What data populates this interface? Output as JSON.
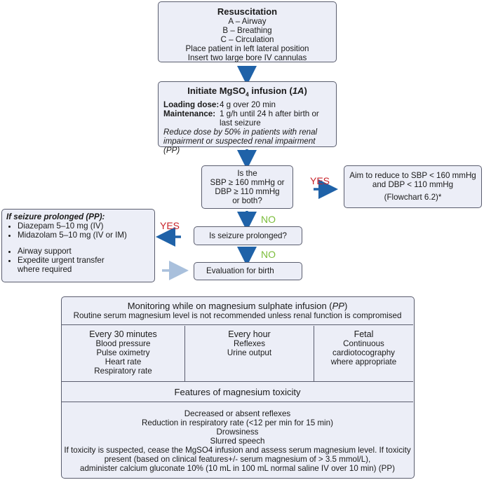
{
  "resuscitation": {
    "title": "Resuscitation",
    "lines": [
      "A – Airway",
      "B – Breathing",
      "C – Circulation",
      "Place patient in left lateral position",
      "Insert two large bore IV cannulas"
    ]
  },
  "mgso4": {
    "title_pre": "Initiate MgSO",
    "title_sub": "4",
    "title_mid": " infusion (",
    "title_ref": "1A",
    "title_post": ")",
    "loading_label": "Loading dose:",
    "loading_value": "4 g over 20 min",
    "maintenance_label": "Maintenance:",
    "maintenance_value": "1 g/h until 24 h after birth or last seizure",
    "note": "Reduce dose by 50% in patients with renal impairment or suspected renal impairment (PP)"
  },
  "sbp_question": {
    "lines": [
      "Is the",
      "SBP ≥ 160 mmHg or",
      "DBP ≥ 110 mmHg",
      "or both?"
    ]
  },
  "aim_box": {
    "lines": [
      "Aim to reduce to SBP < 160 mmHg",
      "and DBP < 110 mmHg"
    ],
    "ref": "(Flowchart  6.2)*"
  },
  "seizure_question": {
    "text": "Is seizure prolonged?"
  },
  "evaluation": {
    "text": "Evaluation for birth"
  },
  "prolonged_box": {
    "title": "If seizure prolonged (PP):",
    "items1": [
      "Diazepam 5–10 mg (IV)",
      "Midazolam 5–10 mg (IV or IM)"
    ],
    "items2": [
      "Airway support",
      "Expedite urgent transfer where required"
    ]
  },
  "labels": {
    "yes": "YES",
    "no": "NO"
  },
  "monitoring": {
    "title_pre": "Monitoring while on magnesium sulphate infusion (",
    "title_ref": "PP",
    "title_post": ")",
    "subtitle": "Routine serum magnesium level is not recommended unless renal function is compromised",
    "columns": [
      {
        "header": "Every 30 minutes",
        "items": [
          "Blood pressure",
          "Pulse oximetry",
          "Heart rate",
          "Respiratory rate"
        ]
      },
      {
        "header": "Every hour",
        "items": [
          "Reflexes",
          "Urine output"
        ]
      },
      {
        "header": "Fetal",
        "items": [
          "Continuous cardiotocography",
          "where appropriate"
        ]
      }
    ],
    "toxicity_title": "Features of magnesium toxicity",
    "toxicity_lines": [
      "Decreased or absent reflexes",
      "Reduction in respiratory rate (<12 per min for 15 min)",
      "Drowsiness",
      "Slurred speech"
    ],
    "toxicity_action": [
      "If toxicity is suspected, cease the MgSO4 infusion and assess serum magnesium level. If toxicity",
      "present (based on clinical features+/- serum magnesium of > 3.5 mmol/L),",
      "administer calcium gluconate 10% (10 mL in 100 mL normal saline IV over 10 min) (PP)"
    ]
  },
  "colors": {
    "box_fill": "#eceef7",
    "border": "#5a5d6e",
    "arrow": "#1f62a8",
    "arrow_light": "#a9c0dc",
    "yes": "#c9242b",
    "no": "#7bbd3a"
  }
}
